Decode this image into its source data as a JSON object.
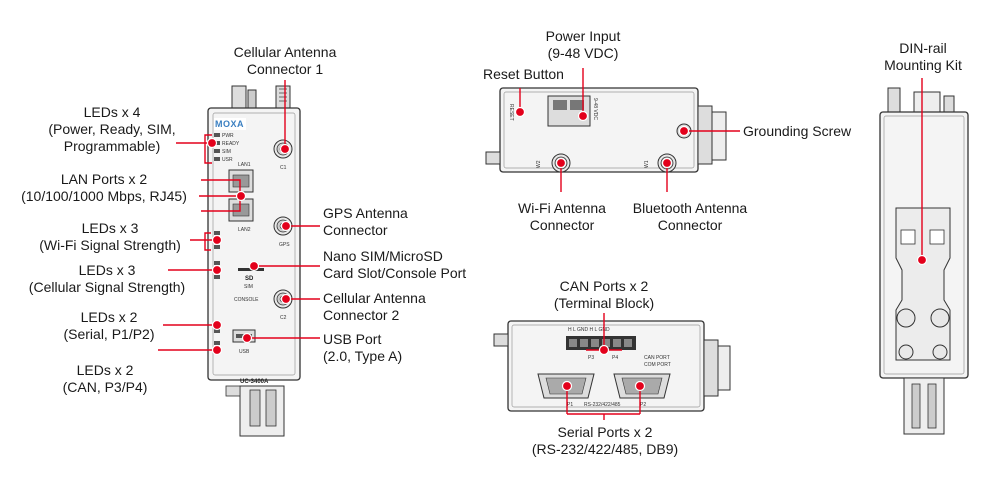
{
  "callouts": {
    "cellular_antenna_1": [
      "Cellular Antenna",
      "Connector 1"
    ],
    "leds_power": [
      "LEDs x 4",
      "(Power, Ready, SIM,",
      "Programmable)"
    ],
    "lan_ports": [
      "LAN Ports x 2",
      "(10/100/1000 Mbps, RJ45)"
    ],
    "leds_wifi": [
      "LEDs x 3",
      "(Wi-Fi Signal Strength)"
    ],
    "leds_cellular": [
      "LEDs x 3",
      "(Cellular Signal Strength)"
    ],
    "leds_serial": [
      "LEDs x 2",
      "(Serial, P1/P2)"
    ],
    "leds_can": [
      "LEDs x 2",
      "(CAN, P3/P4)"
    ],
    "gps_antenna": [
      "GPS Antenna",
      "Connector"
    ],
    "nano_sim": [
      "Nano SIM/MicroSD",
      "Card Slot/Console Port"
    ],
    "cellular_antenna_2": [
      "Cellular Antenna",
      "Connector 2"
    ],
    "usb_port": [
      "USB Port",
      "(2.0, Type A)"
    ],
    "power_input": [
      "Power Input",
      "(9-48 VDC)"
    ],
    "reset_button": [
      "Reset Button"
    ],
    "grounding_screw": [
      "Grounding Screw"
    ],
    "wifi_antenna": [
      "Wi-Fi Antenna",
      "Connector"
    ],
    "bluetooth_antenna": [
      "Bluetooth Antenna",
      "Connector"
    ],
    "can_ports": [
      "CAN Ports x 2",
      "(Terminal Block)"
    ],
    "serial_ports": [
      "Serial Ports x 2",
      "(RS-232/422/485, DB9)"
    ],
    "din_rail": [
      "DIN-rail",
      "Mounting Kit"
    ]
  },
  "device_labels": {
    "brand": "MOXA",
    "model": "UC-3400A",
    "lan1": "LAN1",
    "lan2": "LAN2",
    "c1": "C1",
    "c2": "C2",
    "gps": "GPS",
    "sd": "SD",
    "sim": "SIM",
    "console": "CONSOLE",
    "usb": "USB",
    "pwr": "PWR",
    "ready": "READY",
    "sim_led": "SIM",
    "usr": "USR",
    "reset": "RESET",
    "vdc": "9-48 VDC",
    "w1": "W1",
    "w2": "W2",
    "can_port": "CAN PORT",
    "com_port": "COM PORT",
    "p1": "P1",
    "p2": "P2",
    "p3": "P3",
    "p4": "P4",
    "rs": "RS-232/422/485",
    "terminal": "H  L  GND  H  L  GND"
  },
  "colors": {
    "marker": "#e3001b",
    "line": "#e3001b",
    "body_fill": "#f4f4f4",
    "outline": "#333333"
  }
}
